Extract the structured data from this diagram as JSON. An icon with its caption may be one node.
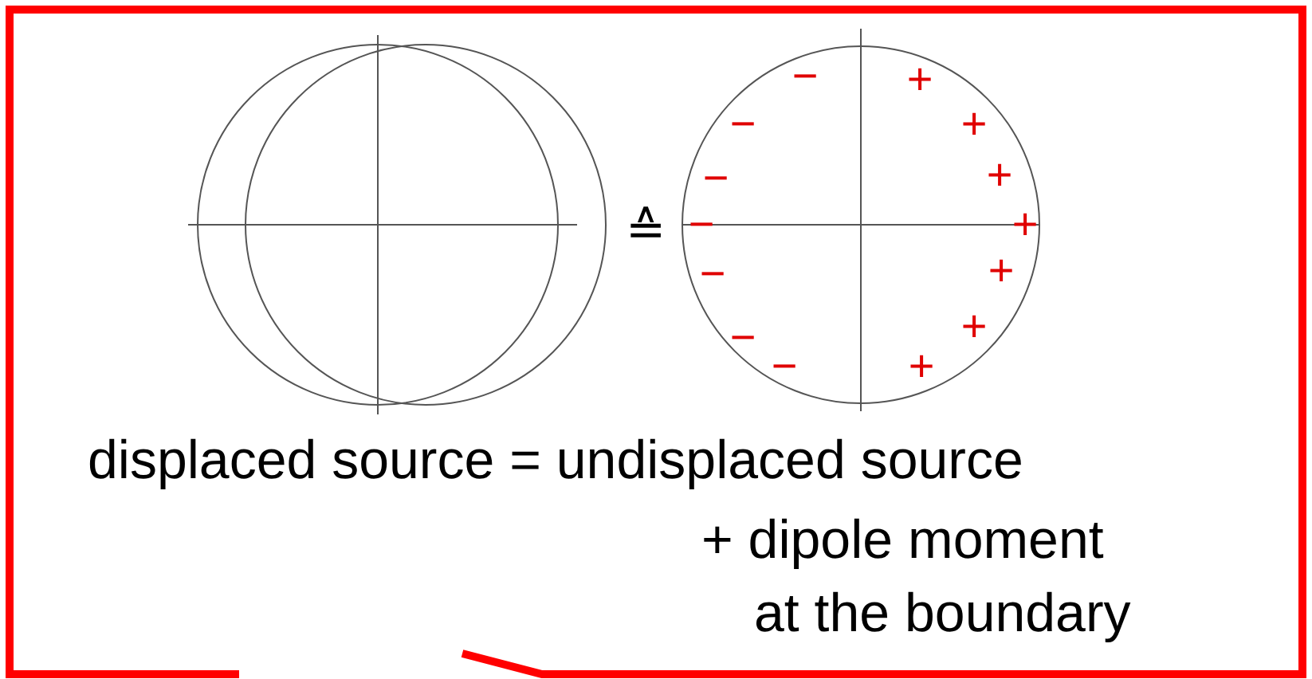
{
  "diagram": {
    "labels": [
      "−",
      "+",
      "−",
      "+",
      "−",
      "+",
      "≙",
      "−",
      "+",
      "−",
      "+",
      "−",
      "+",
      "−",
      "+",
      "displaced source = undisplaced source",
      "+ dipole moment",
      "at the boundary"
    ]
  }
}
